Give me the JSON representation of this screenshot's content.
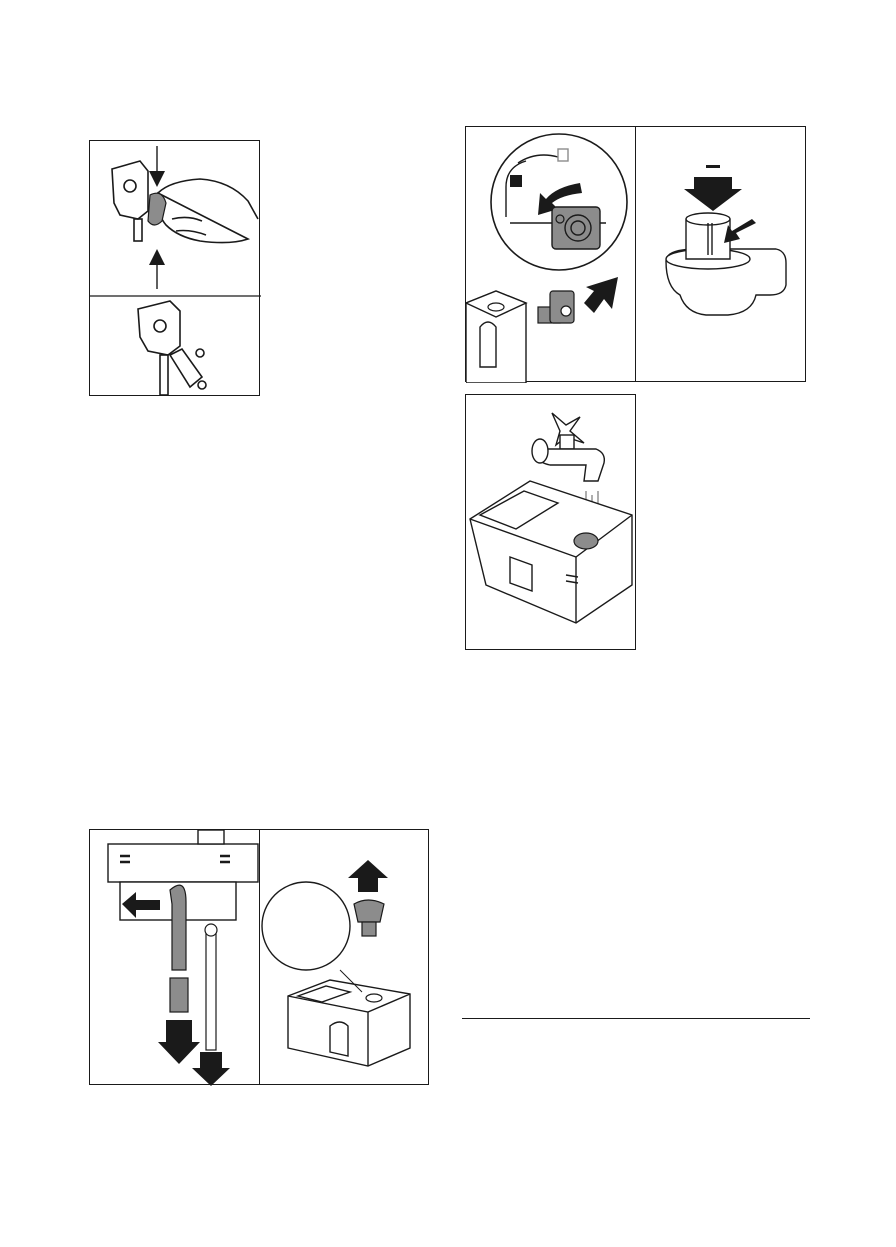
{
  "page": {
    "background": "#ffffff",
    "line_color": "#1a1a1a",
    "fill_gray": "#8c8c8c",
    "fill_dark": "#1a1a1a"
  },
  "figures": [
    {
      "id": "fig-a",
      "icon": "unlock-icon",
      "icon2": "lock-icon"
    },
    {
      "id": "fig-b",
      "icon": "arrow-down-icon"
    },
    {
      "id": "fig-c",
      "icon": "faucet-icon"
    },
    {
      "id": "fig-d",
      "icon": "arrow-down-icon"
    },
    {
      "id": "fig-e",
      "icon": "arrow-left-icon"
    },
    {
      "id": "fig-f",
      "icon": "arrow-up-icon"
    }
  ]
}
